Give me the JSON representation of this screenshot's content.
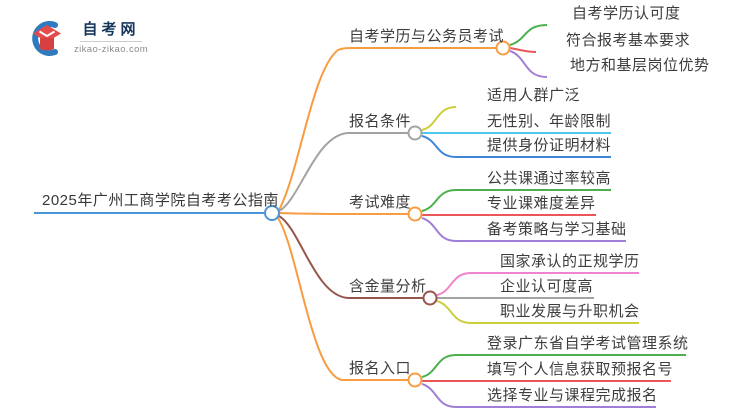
{
  "logo": {
    "title": "自考网",
    "domain": "zikao-zikao.com",
    "icon": "graduation-cap-icon",
    "brand_blue": "#2e7bbf",
    "brand_red": "#e54b4b"
  },
  "root": {
    "label": "2025年广州工商学院自考考公指南",
    "color": "#4a94da"
  },
  "branches": [
    {
      "label": "自考学历与公务员考试",
      "color": "#f89c42",
      "children": [
        {
          "label": "自考学历认可度",
          "color": "#4db04f"
        },
        {
          "label": "符合报考基本要求",
          "color": "#e9575a"
        },
        {
          "label": "地方和基层岗位优势",
          "color": "#a27fd6"
        }
      ]
    },
    {
      "label": "报名条件",
      "color": "#a3a3a3",
      "children": [
        {
          "label": "适用人群广泛",
          "color": "#c9cf3d"
        },
        {
          "label": "无性别、年龄限制",
          "color": "#4ec6ef"
        },
        {
          "label": "提供身份证明材料",
          "color": "#3f86d8"
        }
      ]
    },
    {
      "label": "考试难度",
      "color": "#f89c42",
      "children": [
        {
          "label": "公共课通过率较高",
          "color": "#4db04f"
        },
        {
          "label": "专业课难度差异",
          "color": "#e9575a"
        },
        {
          "label": "备考策略与学习基础",
          "color": "#a27fd6"
        }
      ]
    },
    {
      "label": "含金量分析",
      "color": "#95544c",
      "children": [
        {
          "label": "国家承认的正规学历",
          "color": "#f083cd"
        },
        {
          "label": "企业认可度高",
          "color": "#a3a3a3"
        },
        {
          "label": "职业发展与升职机会",
          "color": "#c9cf3d"
        }
      ]
    },
    {
      "label": "报名入口",
      "color": "#f89c42",
      "children": [
        {
          "label": "登录广东省自学考试管理系统",
          "color": "#4db04f"
        },
        {
          "label": "填写个人信息获取预报名号",
          "color": "#e9575a"
        },
        {
          "label": "选择专业与课程完成报名",
          "color": "#a27fd6"
        }
      ]
    }
  ]
}
